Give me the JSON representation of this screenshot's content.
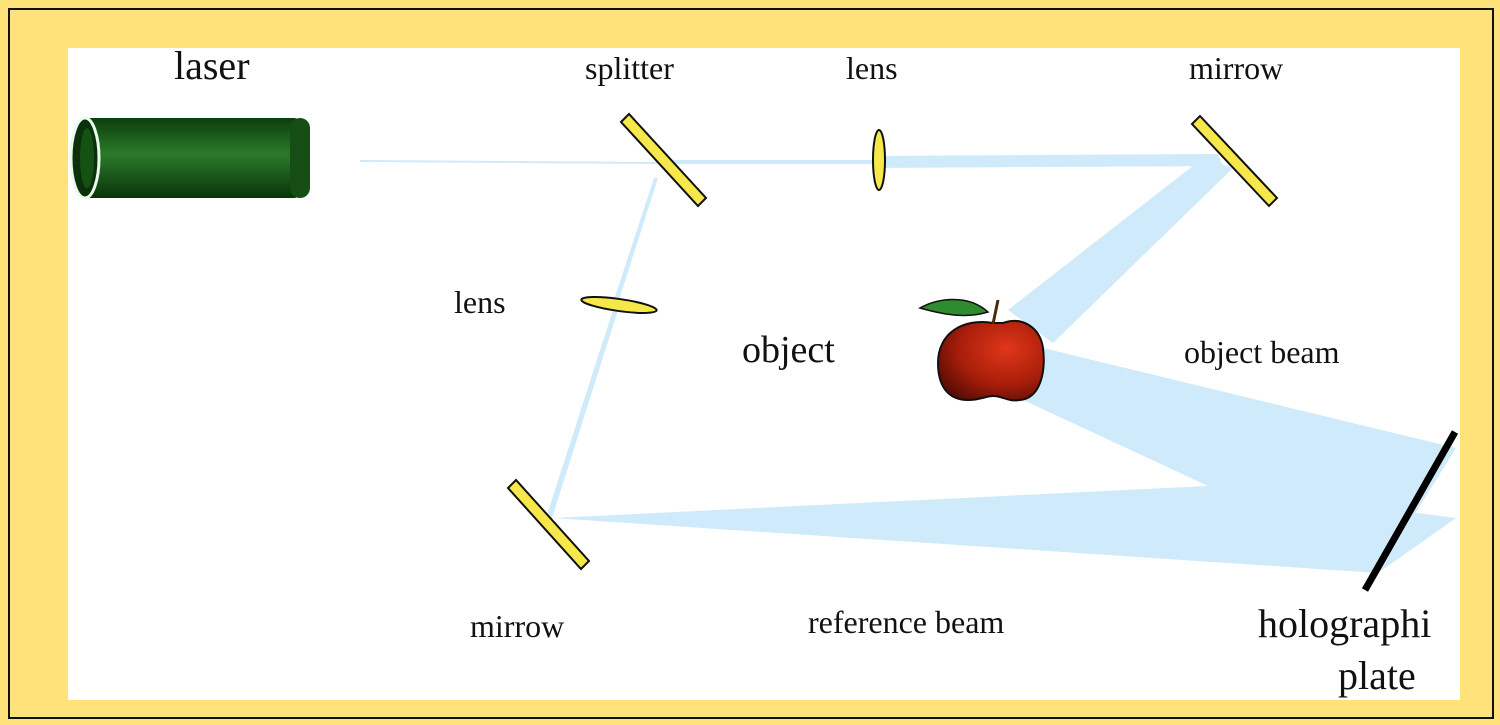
{
  "labels": {
    "laser": "laser",
    "splitter": "splitter",
    "lens_top": "lens",
    "mirror_top": "mirrow",
    "lens_left": "lens",
    "object": "object",
    "object_beam": "object beam",
    "mirror_bottom": "mirrow",
    "reference_beam": "reference beam",
    "plate_line1": "holographi",
    "plate_line2": "plate"
  },
  "colors": {
    "frame_background": "#ffe27a",
    "beam": "#cfeafa",
    "optic_fill": "#f6e84a",
    "laser_body": "#1e6a1e",
    "apple": "#b8210c",
    "leaf": "#2e8b2e"
  }
}
